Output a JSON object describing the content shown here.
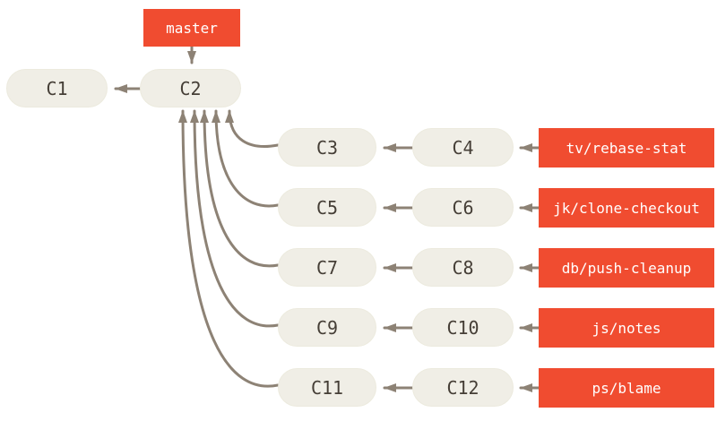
{
  "diagram": {
    "type": "git-commit-graph",
    "colors": {
      "background": "#ffffff",
      "branch_label_bg": "#f04c30",
      "branch_label_text": "#ffffff",
      "commit_node_bg": "#f0eee6",
      "commit_node_text": "#453e36",
      "arrow": "#8d8275"
    },
    "branch_labels": [
      {
        "id": "master",
        "label": "master"
      },
      {
        "id": "tv-rebase-stat",
        "label": "tv/rebase-stat"
      },
      {
        "id": "jk-clone-checkout",
        "label": "jk/clone-checkout"
      },
      {
        "id": "db-push-cleanup",
        "label": "db/push-cleanup"
      },
      {
        "id": "js-notes",
        "label": "js/notes"
      },
      {
        "id": "ps-blame",
        "label": "ps/blame"
      }
    ],
    "commits": [
      {
        "id": "c1",
        "label": "C1"
      },
      {
        "id": "c2",
        "label": "C2"
      },
      {
        "id": "c3",
        "label": "C3"
      },
      {
        "id": "c4",
        "label": "C4"
      },
      {
        "id": "c5",
        "label": "C5"
      },
      {
        "id": "c6",
        "label": "C6"
      },
      {
        "id": "c7",
        "label": "C7"
      },
      {
        "id": "c8",
        "label": "C8"
      },
      {
        "id": "c9",
        "label": "C9"
      },
      {
        "id": "c10",
        "label": "C10"
      },
      {
        "id": "c11",
        "label": "C11"
      },
      {
        "id": "c12",
        "label": "C12"
      }
    ],
    "edges": [
      "master->C2",
      "C2->C1",
      "C4->C3",
      "C3->C2",
      "tv/rebase-stat->C4",
      "C6->C5",
      "C5->C2",
      "jk/clone-checkout->C6",
      "C8->C7",
      "C7->C2",
      "db/push-cleanup->C8",
      "C10->C9",
      "C9->C2",
      "js/notes->C10",
      "C12->C11",
      "C11->C2",
      "ps/blame->C12"
    ]
  }
}
